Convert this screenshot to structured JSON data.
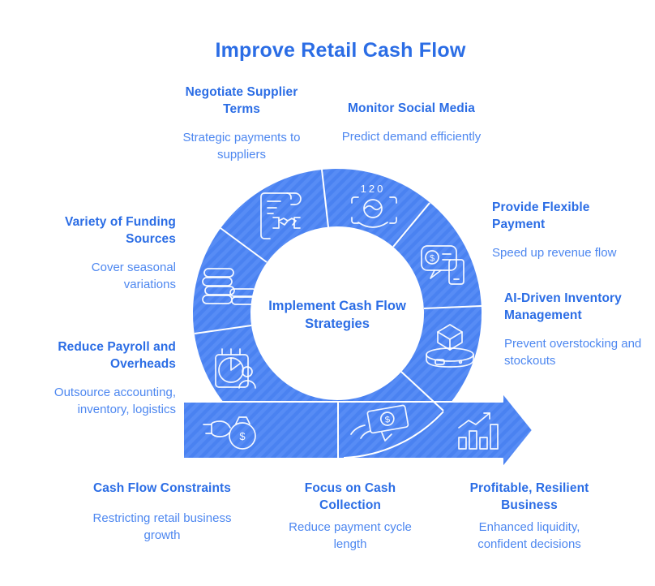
{
  "title": "Improve Retail Cash Flow",
  "center": {
    "label": "Implement Cash Flow Strategies"
  },
  "steps": [
    {
      "id": "negotiate-supplier-terms",
      "heading": "Negotiate Supplier Terms",
      "subtitle": "Strategic payments to suppliers",
      "icon": "contract-handshake-icon"
    },
    {
      "id": "monitor-social-media",
      "heading": "Monitor Social Media",
      "subtitle": "Predict demand efficiently",
      "icon": "face-scan-icon"
    },
    {
      "id": "provide-flexible-payment",
      "heading": "Provide Flexible Payment",
      "subtitle": "Speed up revenue flow",
      "icon": "payment-chat-phone-icon"
    },
    {
      "id": "ai-driven-inventory-management",
      "heading": "AI-Driven Inventory Management",
      "subtitle": "Prevent overstocking and stockouts",
      "icon": "robot-box-icon"
    },
    {
      "id": "variety-of-funding-sources",
      "heading": "Variety of Funding Sources",
      "subtitle": "Cover seasonal variations",
      "icon": "coin-stacks-icon"
    },
    {
      "id": "reduce-payroll-and-overheads",
      "heading": "Reduce Payroll and Overheads",
      "subtitle": "Outsource accounting, inventory, logistics",
      "icon": "calendar-pie-person-icon"
    },
    {
      "id": "cash-flow-constraints",
      "heading": "Cash Flow Constraints",
      "subtitle": "Restricting retail business growth",
      "icon": "hand-moneybag-icon"
    },
    {
      "id": "focus-on-cash-collection",
      "heading": "Focus on Cash Collection",
      "subtitle": "Reduce payment cycle length",
      "icon": "flying-banknote-icon"
    },
    {
      "id": "profitable-resilient-business",
      "heading": "Profitable, Resilient Business",
      "subtitle": "Enhanced liquidity, confident decisions",
      "icon": "growth-bar-chart-icon"
    }
  ],
  "icon_texts": {
    "monitor_badge": "120",
    "payment_symbol": "$",
    "moneybag_symbol": "$",
    "bill_symbol": "$"
  },
  "colors": {
    "heading_blue": "#2b6de5",
    "subtitle_blue": "#4d87f0",
    "ring_blue": "#4a82f1",
    "ring_stripe": "#578cf5",
    "icon_white": "#ffffff",
    "background": "#ffffff"
  }
}
